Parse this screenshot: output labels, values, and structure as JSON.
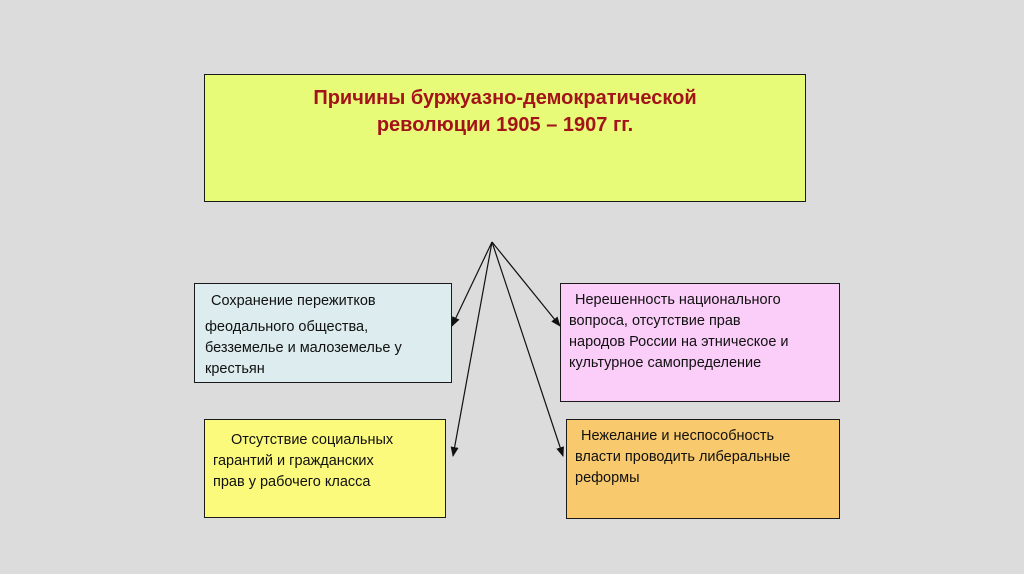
{
  "title": {
    "line1": "Причины буржуазно-демократической",
    "line2": "революции 1905 – 1907 гг."
  },
  "causes": {
    "top_left": {
      "lines": [
        "Сохранение пережитков",
        "феодального общества,",
        "безземелье и малоземелье у",
        "крестьян"
      ]
    },
    "top_right": {
      "lines": [
        "Нерешенность национального",
        "вопроса, отсутствие прав",
        "народов России на этническое и",
        "культурное самопределение"
      ]
    },
    "bottom_left": {
      "lines": [
        "Отсутствие социальных",
        "гарантий  и гражданских",
        "прав у рабочего класса"
      ]
    },
    "bottom_right": {
      "lines": [
        "Нежелание и неспособность",
        "власти проводить либеральные",
        "реформы"
      ]
    }
  },
  "colors": {
    "background": "#dcdcdc",
    "title_box": "#e8fb78",
    "title_text": "#a3141a",
    "top_left_box": "#dcecef",
    "top_right_box": "#fbcdf9",
    "bottom_left_box": "#fbfa7c",
    "bottom_right_box": "#f8c96d"
  }
}
